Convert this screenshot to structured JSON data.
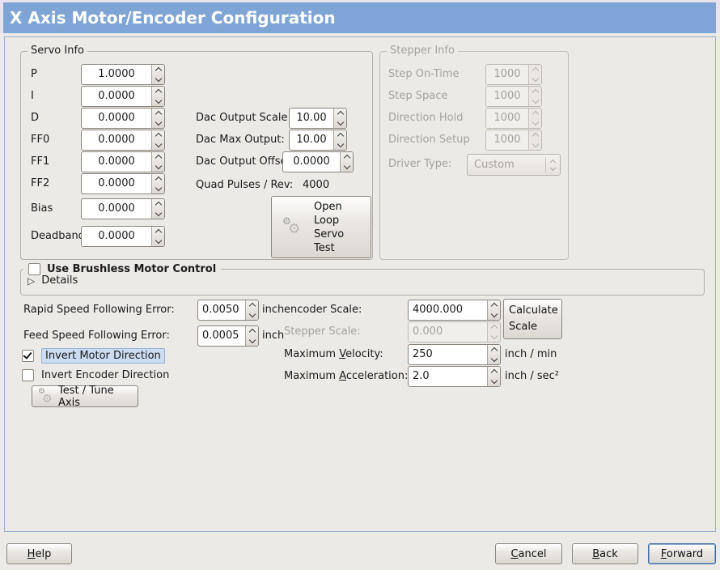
{
  "title": "X Axis Motor/Encoder Configuration",
  "icons": {
    "gears": "⚙",
    "expander": "▷"
  },
  "servo": {
    "frame_title": "Servo Info",
    "rows": [
      {
        "label": "P",
        "value": "1.0000"
      },
      {
        "label": "I",
        "value": "0.0000"
      },
      {
        "label": "D",
        "value": "0.0000"
      },
      {
        "label": "FF0",
        "value": "0.0000"
      },
      {
        "label": "FF1",
        "value": "0.0000"
      },
      {
        "label": "FF2",
        "value": "0.0000"
      },
      {
        "label": "Bias",
        "value": "0.0000"
      },
      {
        "label": "Deadband",
        "value": "0.0000"
      }
    ]
  },
  "dac": {
    "rows": [
      {
        "label": "Dac Output Scale:",
        "value": "10.00"
      },
      {
        "label": "Dac Max Output:",
        "value": "10.00"
      },
      {
        "label": "Dac Output Offset:",
        "value": "0.0000"
      }
    ],
    "quad_label": "Quad Pulses / Rev:",
    "quad_value": "4000",
    "open_loop_button": "Open\nLoop\nServo\nTest"
  },
  "stepper": {
    "frame_title": "Stepper Info",
    "rows": [
      {
        "label": "Step On-Time",
        "value": "1000"
      },
      {
        "label": "Step Space",
        "value": "1000"
      },
      {
        "label": "Direction Hold",
        "value": "1000"
      },
      {
        "label": "Direction Setup",
        "value": "1000"
      }
    ],
    "driver_label": "Driver Type:",
    "driver_value": "Custom"
  },
  "brushless": {
    "checkbox_label": "Use Brushless Motor Control",
    "details_label": "Details"
  },
  "errors": {
    "rapid_label": "Rapid Speed Following Error:",
    "rapid_value": "0.0050",
    "rapid_unit": "inch",
    "feed_label": "Feed Speed Following Error:",
    "feed_value": "0.0005",
    "feed_unit": "inch"
  },
  "scales": {
    "encoder_label": "encoder Scale:",
    "encoder_value": "4000.000",
    "calculate_button": "Calculate\nScale",
    "stepper_label": "Stepper Scale:",
    "stepper_value": "0.000",
    "velocity_label": {
      "pre": "Maximum ",
      "mn": "V",
      "post": "elocity:"
    },
    "velocity_value": "250",
    "velocity_unit": "inch / min",
    "accel_label": {
      "pre": "Maximum ",
      "mn": "A",
      "post": "cceleration:"
    },
    "accel_value": "2.0",
    "accel_unit": "inch / sec²"
  },
  "direction": {
    "invert_motor_label": "Invert Motor Direction",
    "invert_encoder_label": "Invert Encoder Direction",
    "test_tune_button": "Test / Tune Axis"
  },
  "actions": {
    "help": {
      "mn": "H",
      "rest": "elp"
    },
    "cancel": {
      "mn": "C",
      "rest": "ancel"
    },
    "back": {
      "mn": "B",
      "rest": "ack"
    },
    "forward": {
      "mn": "F",
      "rest": "orward"
    }
  }
}
